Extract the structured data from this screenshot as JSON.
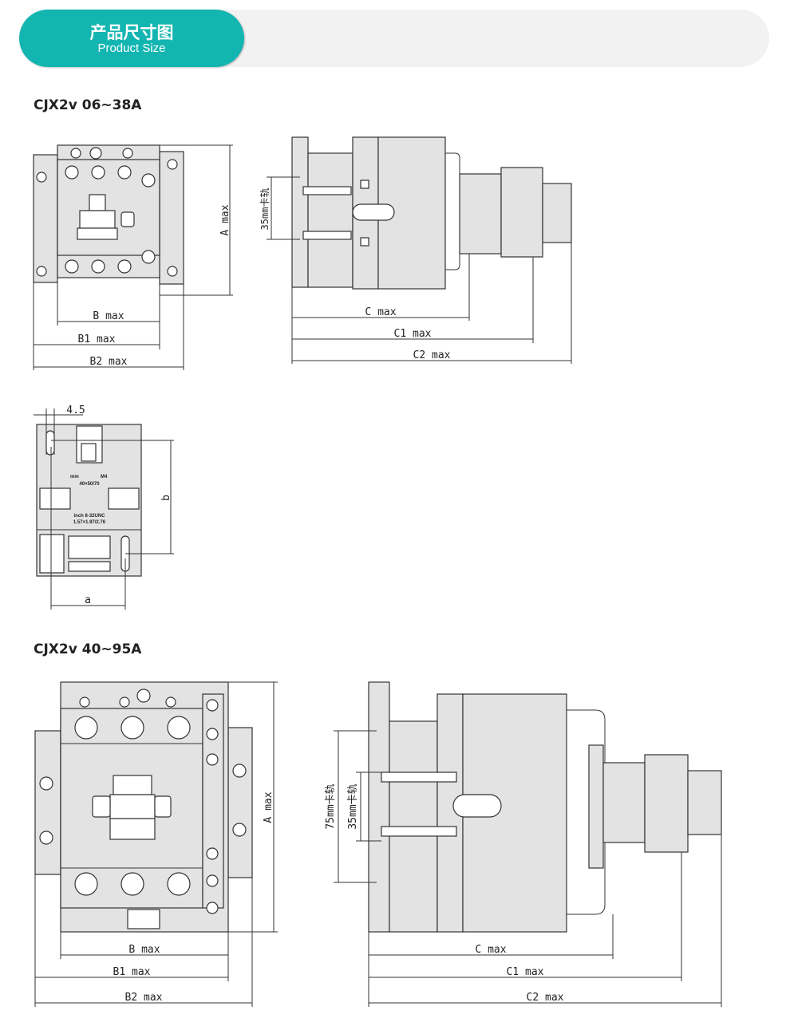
{
  "header": {
    "title_cn": "产品尺寸图",
    "title_en": "Product Size",
    "accent": "#13b5b1"
  },
  "sections": [
    {
      "title": "CJX2v 06~38A",
      "front": {
        "a_label": "A max",
        "b_label": "B max",
        "b1_label": "B1 max",
        "b2_label": "B2 max"
      },
      "side": {
        "rail_label": "35mm卡轨",
        "c_label": "C max",
        "c1_label": "C1 max",
        "c2_label": "C2 max"
      },
      "mount": {
        "offset_label": "4.5",
        "a_label": "a",
        "b_label": "b",
        "mm_label": "mm",
        "m4_label": "M4",
        "mm_dims": "40×50/70",
        "inch_label": "inch  8-32UNC",
        "inch_dims": "1.57×1.97/2.76"
      }
    },
    {
      "title": "CJX2v 40~95A",
      "front": {
        "a_label": "A max",
        "b_label": "B max",
        "b1_label": "B1 max",
        "b2_label": "B2 max"
      },
      "side": {
        "rail75_label": "75mm卡轨",
        "rail35_label": "35mm卡轨",
        "c_label": "C max",
        "c1_label": "C1 max",
        "c2_label": "C2 max"
      }
    }
  ]
}
